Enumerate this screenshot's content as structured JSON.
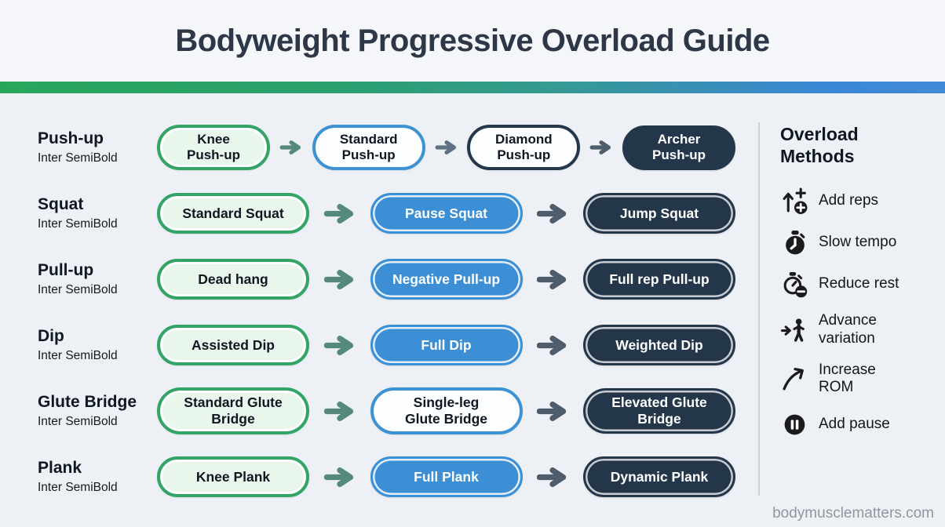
{
  "header": {
    "title": "Bodyweight Progressive Overload Guide"
  },
  "rows": [
    {
      "label": "Push-up",
      "sublabel": "Inter SemiBold",
      "steps": [
        {
          "text": "Knee\nPush-up",
          "style": "green"
        },
        {
          "text": "Standard\nPush-up",
          "style": "blue-outline"
        },
        {
          "text": "Diamond\nPush-up",
          "style": "navy-outline"
        },
        {
          "text": "Archer\nPush-up",
          "style": "navy-fill"
        }
      ]
    },
    {
      "label": "Squat",
      "sublabel": "Inter SemiBold",
      "steps": [
        {
          "text": "Standard Squat",
          "style": "green"
        },
        {
          "text": "Pause Squat",
          "style": "blue-fill"
        },
        {
          "text": "Jump Squat",
          "style": "navy-fill"
        }
      ]
    },
    {
      "label": "Pull-up",
      "sublabel": "Inter SemiBold",
      "steps": [
        {
          "text": "Dead hang",
          "style": "green"
        },
        {
          "text": "Negative Pull-up",
          "style": "blue-fill"
        },
        {
          "text": "Full rep Pull-up",
          "style": "navy-fill"
        }
      ]
    },
    {
      "label": "Dip",
      "sublabel": "Inter SemiBold",
      "steps": [
        {
          "text": "Assisted Dip",
          "style": "green"
        },
        {
          "text": "Full Dip",
          "style": "blue-fill"
        },
        {
          "text": "Weighted Dip",
          "style": "navy-fill"
        }
      ]
    },
    {
      "label": "Glute Bridge",
      "sublabel": "Inter SemiBold",
      "steps": [
        {
          "text": "Standard Glute\nBridge",
          "style": "green"
        },
        {
          "text": "Single-leg\nGlute Bridge",
          "style": "blue-outline"
        },
        {
          "text": "Elevated Glute\nBridge",
          "style": "navy-fill"
        }
      ]
    },
    {
      "label": "Plank",
      "sublabel": "Inter SemiBold",
      "steps": [
        {
          "text": "Knee Plank",
          "style": "green"
        },
        {
          "text": "Full Plank",
          "style": "blue-fill"
        },
        {
          "text": "Dynamic Plank",
          "style": "navy-fill"
        }
      ]
    }
  ],
  "sidebar": {
    "title": "Overload\nMethods",
    "items": [
      {
        "icon": "arrow-up-plus-icon",
        "label": "Add reps"
      },
      {
        "icon": "stopwatch-icon",
        "label": "Slow tempo"
      },
      {
        "icon": "stopwatch-minus-icon",
        "label": "Reduce rest"
      },
      {
        "icon": "arrow-to-person-icon",
        "label": "Advance\nvariation"
      },
      {
        "icon": "curved-arrow-icon",
        "label": "Increase\nROM"
      },
      {
        "icon": "pause-circle-icon",
        "label": "Add pause"
      }
    ]
  },
  "footer": {
    "website": "bodymusclematters.com"
  },
  "colors": {
    "green_border": "#33a466",
    "green_fill": "#e9f6ec",
    "blue_border": "#3f92d1",
    "blue_fill": "#3c8fd4",
    "navy": "#24374a",
    "arrow_teal": "#55897c",
    "arrow_slate": "#4e5d6b",
    "gradient_left": "#2aa65c",
    "gradient_right": "#3b87d8",
    "background": "#edf1f5",
    "title_color": "#2d3748"
  }
}
